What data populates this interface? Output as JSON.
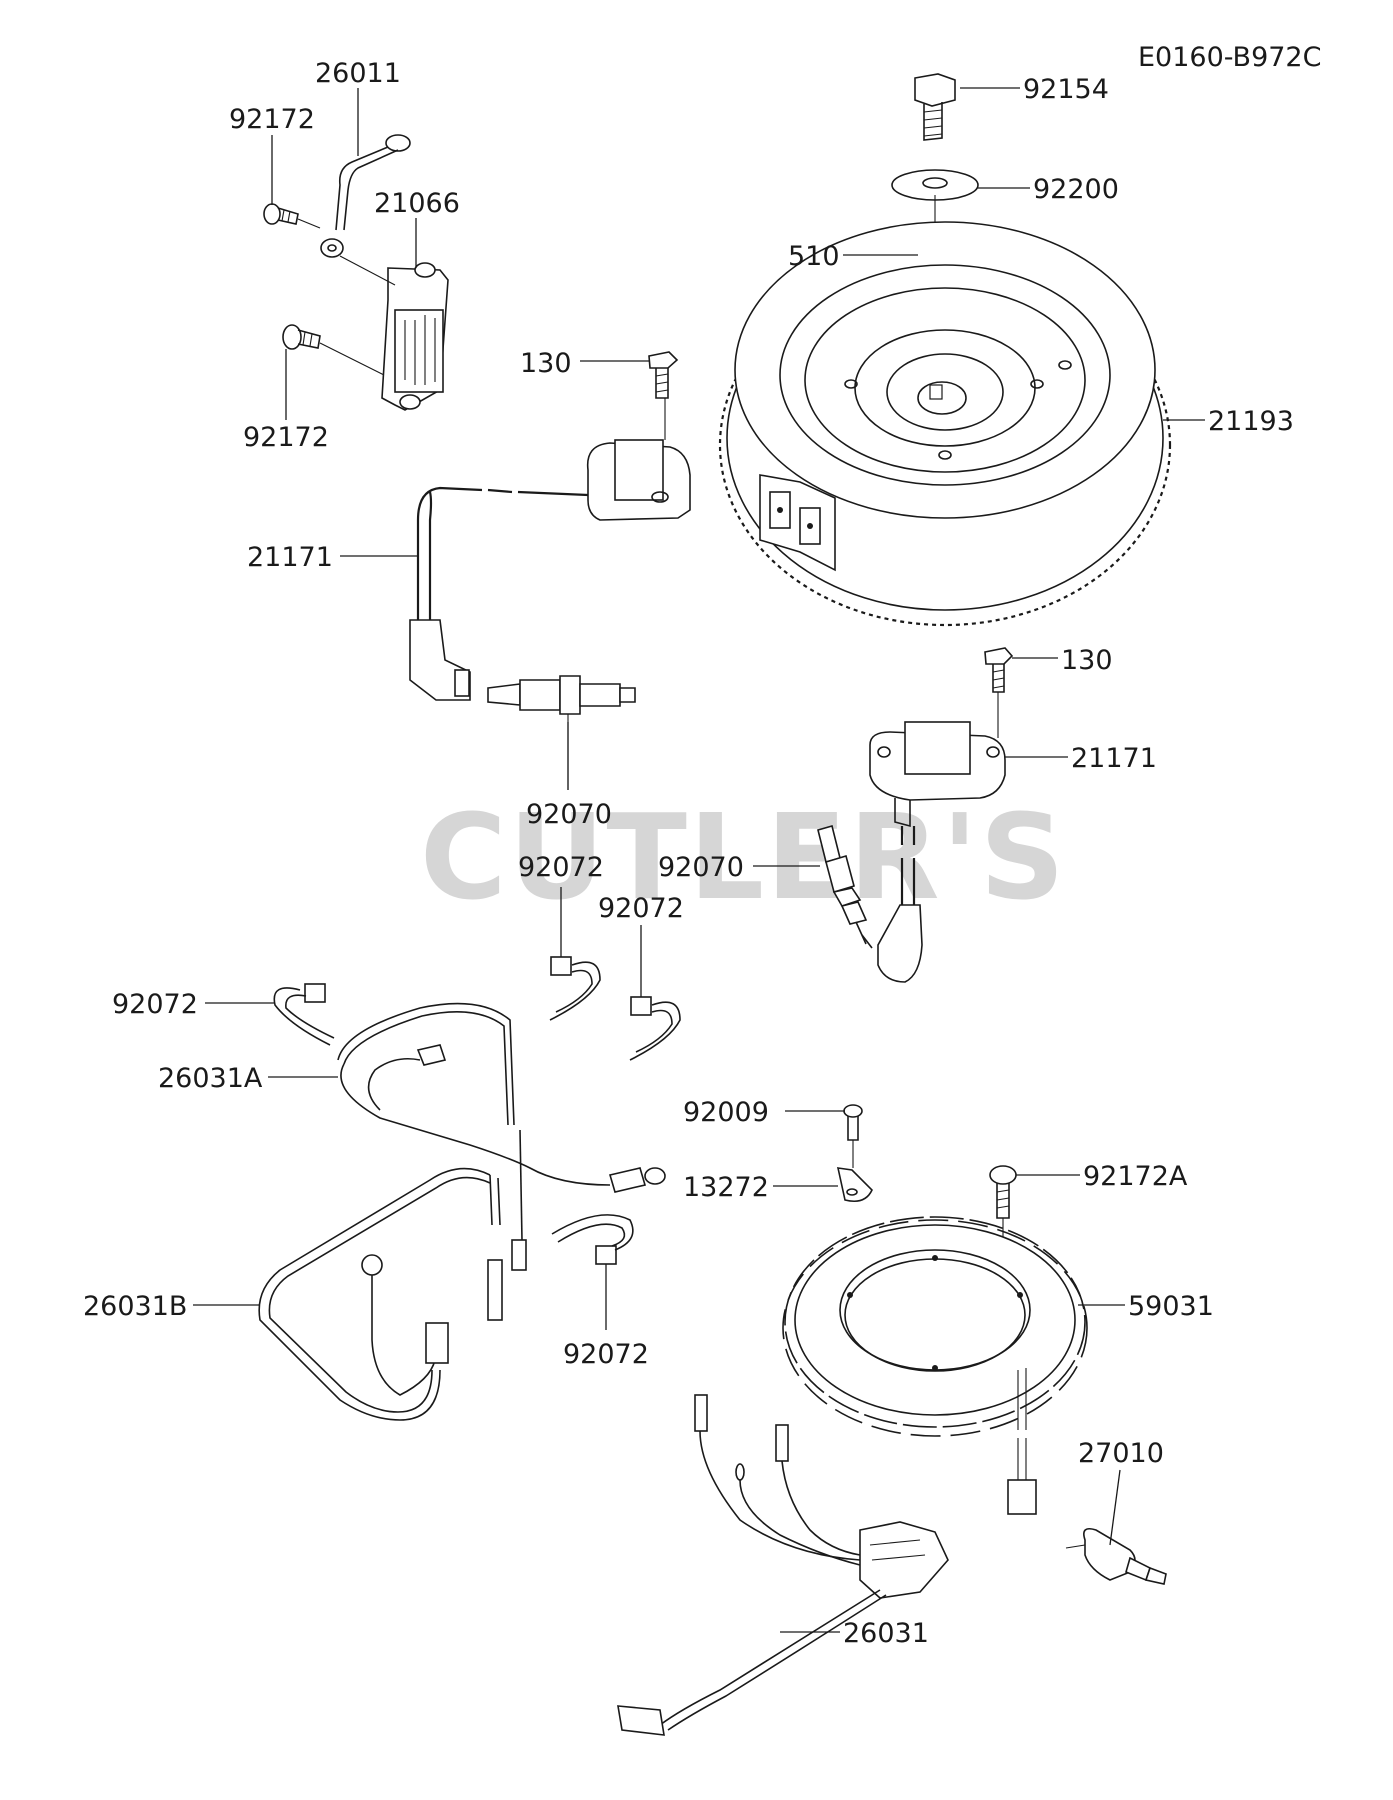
{
  "diagram_code": "E0160-B972C",
  "watermark": "CUTLER'S",
  "parts": [
    {
      "id": "p92154",
      "label": "92154",
      "desc": "bolt"
    },
    {
      "id": "p92200",
      "label": "92200",
      "desc": "washer"
    },
    {
      "id": "p510",
      "label": "510",
      "desc": "key"
    },
    {
      "id": "p21193",
      "label": "21193",
      "desc": "flywheel"
    },
    {
      "id": "p130a",
      "label": "130",
      "desc": "bolt"
    },
    {
      "id": "p130b",
      "label": "130",
      "desc": "bolt"
    },
    {
      "id": "p21171a",
      "label": "21171",
      "desc": "ignition coil"
    },
    {
      "id": "p21171b",
      "label": "21171",
      "desc": "ignition coil"
    },
    {
      "id": "p92070a",
      "label": "92070",
      "desc": "spark plug"
    },
    {
      "id": "p92070b",
      "label": "92070",
      "desc": "spark plug"
    },
    {
      "id": "p26011",
      "label": "26011",
      "desc": "ground lead"
    },
    {
      "id": "p92172a",
      "label": "92172",
      "desc": "screw"
    },
    {
      "id": "p92172b",
      "label": "92172",
      "desc": "screw"
    },
    {
      "id": "p21066",
      "label": "21066",
      "desc": "regulator"
    },
    {
      "id": "p92072a",
      "label": "92072",
      "desc": "clamp"
    },
    {
      "id": "p92072b",
      "label": "92072",
      "desc": "clamp"
    },
    {
      "id": "p92072c",
      "label": "92072",
      "desc": "clamp"
    },
    {
      "id": "p92072d",
      "label": "92072",
      "desc": "clamp"
    },
    {
      "id": "p26031A",
      "label": "26031A",
      "desc": "harness"
    },
    {
      "id": "p26031B",
      "label": "26031B",
      "desc": "harness"
    },
    {
      "id": "p92009",
      "label": "92009",
      "desc": "screw"
    },
    {
      "id": "p13272",
      "label": "13272",
      "desc": "plate"
    },
    {
      "id": "p92172A",
      "label": "92172A",
      "desc": "screw"
    },
    {
      "id": "p59031",
      "label": "59031",
      "desc": "stator"
    },
    {
      "id": "p27010",
      "label": "27010",
      "desc": "oil pressure switch"
    },
    {
      "id": "p26031",
      "label": "26031",
      "desc": "harness"
    }
  ]
}
